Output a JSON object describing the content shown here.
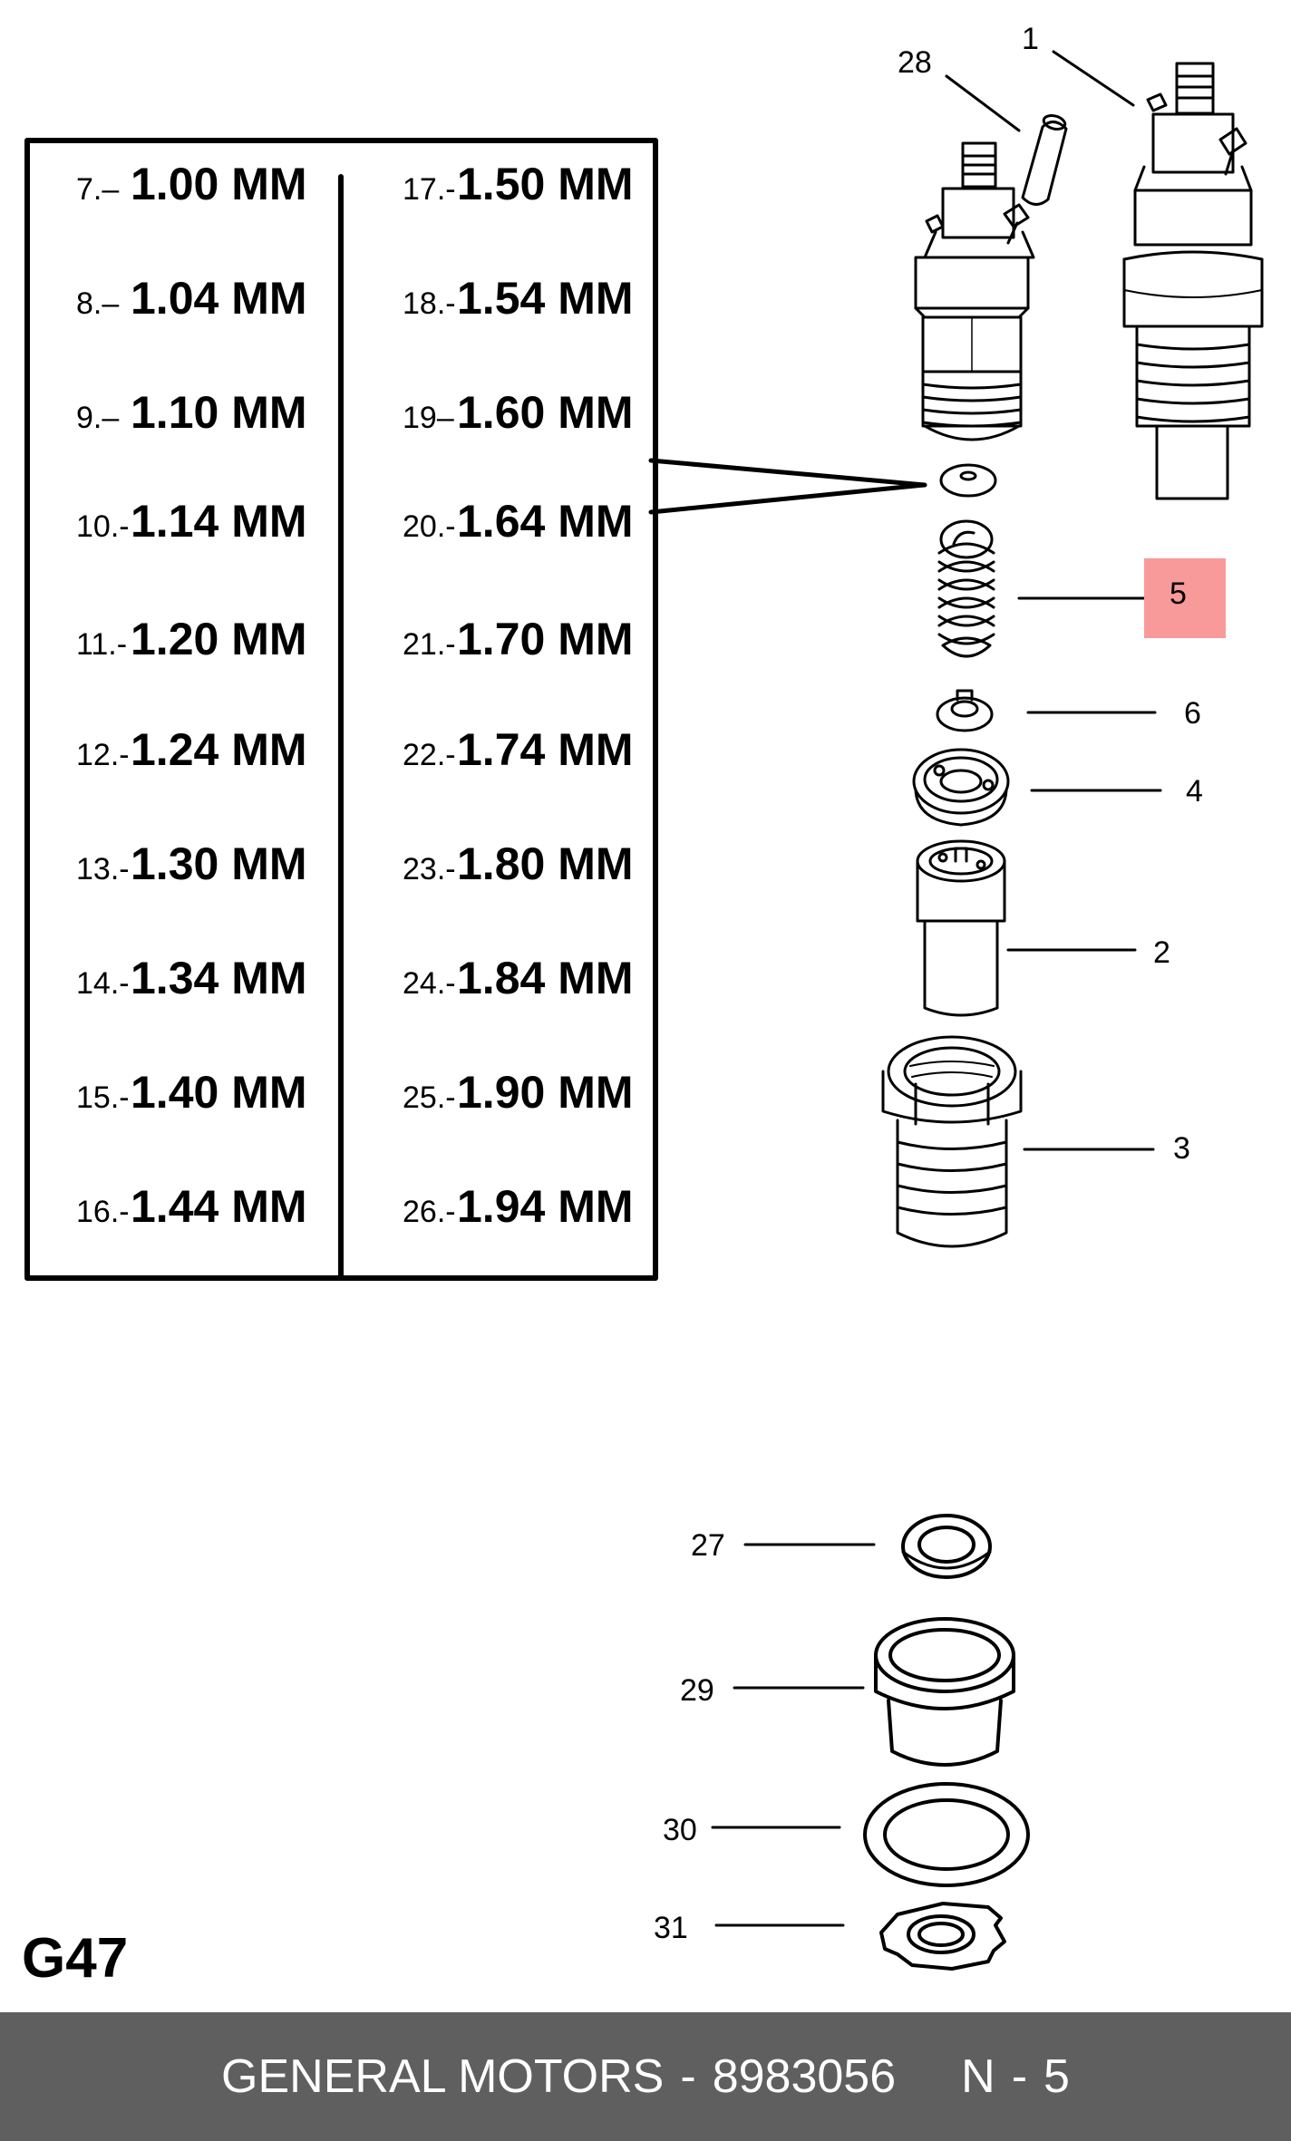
{
  "diagram_title": "G47",
  "sizes": [
    {
      "index": "7.–",
      "value": "1.00 MM"
    },
    {
      "index": "8.–",
      "value": "1.04 MM"
    },
    {
      "index": "9.–",
      "value": "1.10 MM"
    },
    {
      "index": "10.-",
      "value": "1.14 MM"
    },
    {
      "index": "11.-",
      "value": "1.20 MM"
    },
    {
      "index": "12.-",
      "value": "1.24 MM"
    },
    {
      "index": "13.-",
      "value": "1.30 MM"
    },
    {
      "index": "14.-",
      "value": "1.34 MM"
    },
    {
      "index": "15.-",
      "value": "1.40 MM"
    },
    {
      "index": "16.-",
      "value": "1.44 MM"
    },
    {
      "index": "17.-",
      "value": "1.50 MM"
    },
    {
      "index": "18.-",
      "value": "1.54 MM"
    },
    {
      "index": "19–",
      "value": "1.60 MM"
    },
    {
      "index": "20.-",
      "value": "1.64 MM"
    },
    {
      "index": "21.-",
      "value": "1.70 MM"
    },
    {
      "index": "22.-",
      "value": "1.74 MM"
    },
    {
      "index": "23.-",
      "value": "1.80 MM"
    },
    {
      "index": "24.-",
      "value": "1.84 MM"
    },
    {
      "index": "25.-",
      "value": "1.90 MM"
    },
    {
      "index": "26.-",
      "value": "1.94 MM"
    }
  ],
  "callouts": {
    "c1": "1",
    "c28": "28",
    "c5": "5",
    "c6": "6",
    "c4": "4",
    "c2": "2",
    "c3": "3",
    "c27": "27",
    "c29": "29",
    "c30": "30",
    "c31": "31"
  },
  "highlight_color": "#f99a9a",
  "footer": {
    "brand": "GENERAL MOTORS",
    "separator": "-",
    "part_number": "8983056",
    "ref_letter": "N",
    "ref_sep": "-",
    "ref_number": "5"
  }
}
